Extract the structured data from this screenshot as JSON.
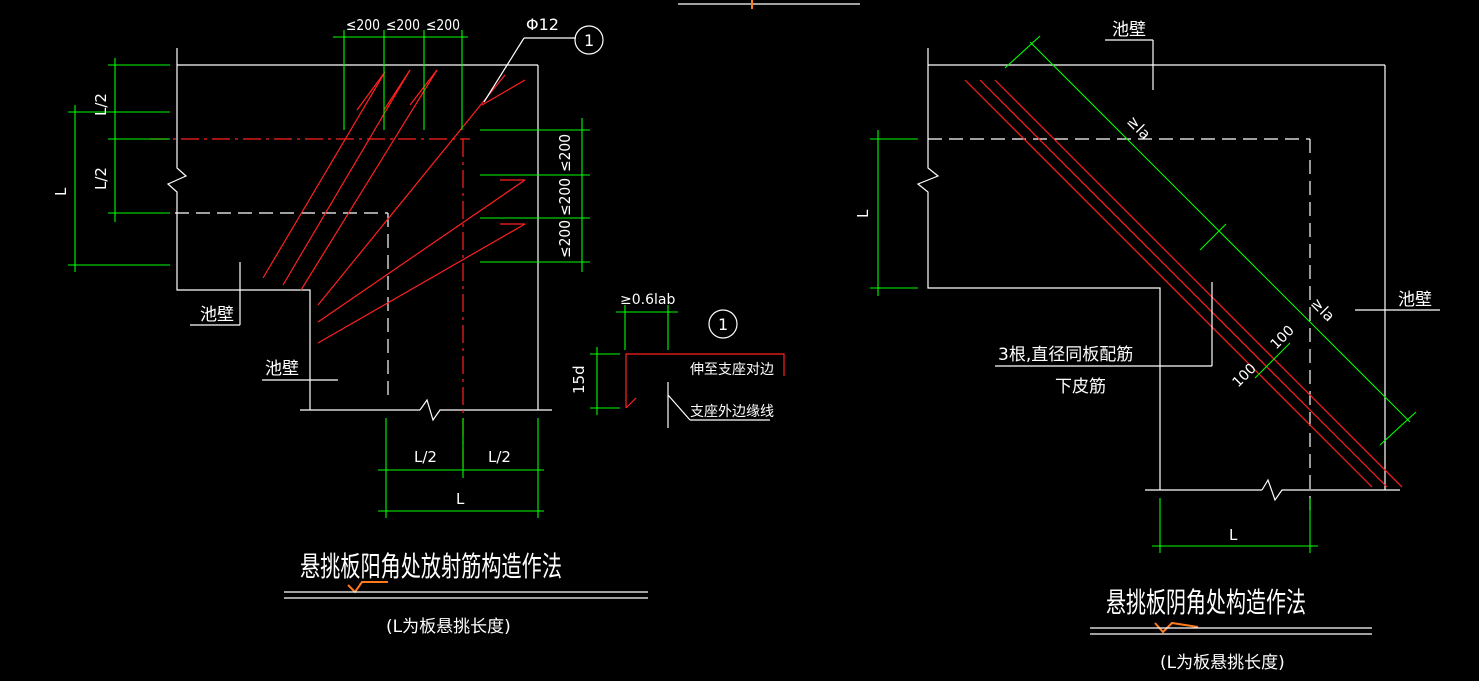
{
  "colors": {
    "background": "#000000",
    "outline": "#ffffff",
    "dimension": "#00ff00",
    "rebar": "#ff2020",
    "squiggle": "#ff7a1a"
  },
  "left_detail": {
    "title": "悬挑板阳角处放射筋构造作法",
    "subtitle": "(L为板悬挑长度)",
    "dims": {
      "top_spacing_1": "≤200",
      "top_spacing_2": "≤200",
      "top_spacing_3": "≤200",
      "right_spacing_1": "≤200",
      "right_spacing_2": "≤200",
      "right_spacing_3": "≤200",
      "left_half_top": "L/2",
      "left_half_bottom": "L/2",
      "left_total": "L",
      "bottom_half_left": "L/2",
      "bottom_half_right": "L/2",
      "bottom_total": "L"
    },
    "bar_label": "Φ12",
    "callout": "1",
    "wall_label_1": "池壁",
    "wall_label_2": "池壁"
  },
  "bar_detail": {
    "callout": "1",
    "anchor_dim": "≥0.6lab",
    "hook_dim": "15d",
    "note_1": "伸至支座对边",
    "note_2": "支座外边缘线"
  },
  "right_detail": {
    "title": "悬挑板阴角处构造作法",
    "subtitle": "(L为板悬挑长度)",
    "wall_label_1": "池壁",
    "wall_label_2": "池壁",
    "dims": {
      "la_1": "≥la",
      "la_2": "≥la",
      "spacing_1": "100",
      "spacing_2": "100",
      "left_total": "L",
      "bottom_total": "L"
    },
    "rebar_note_1": "3根,直径同板配筋",
    "rebar_note_2": "下皮筋"
  }
}
